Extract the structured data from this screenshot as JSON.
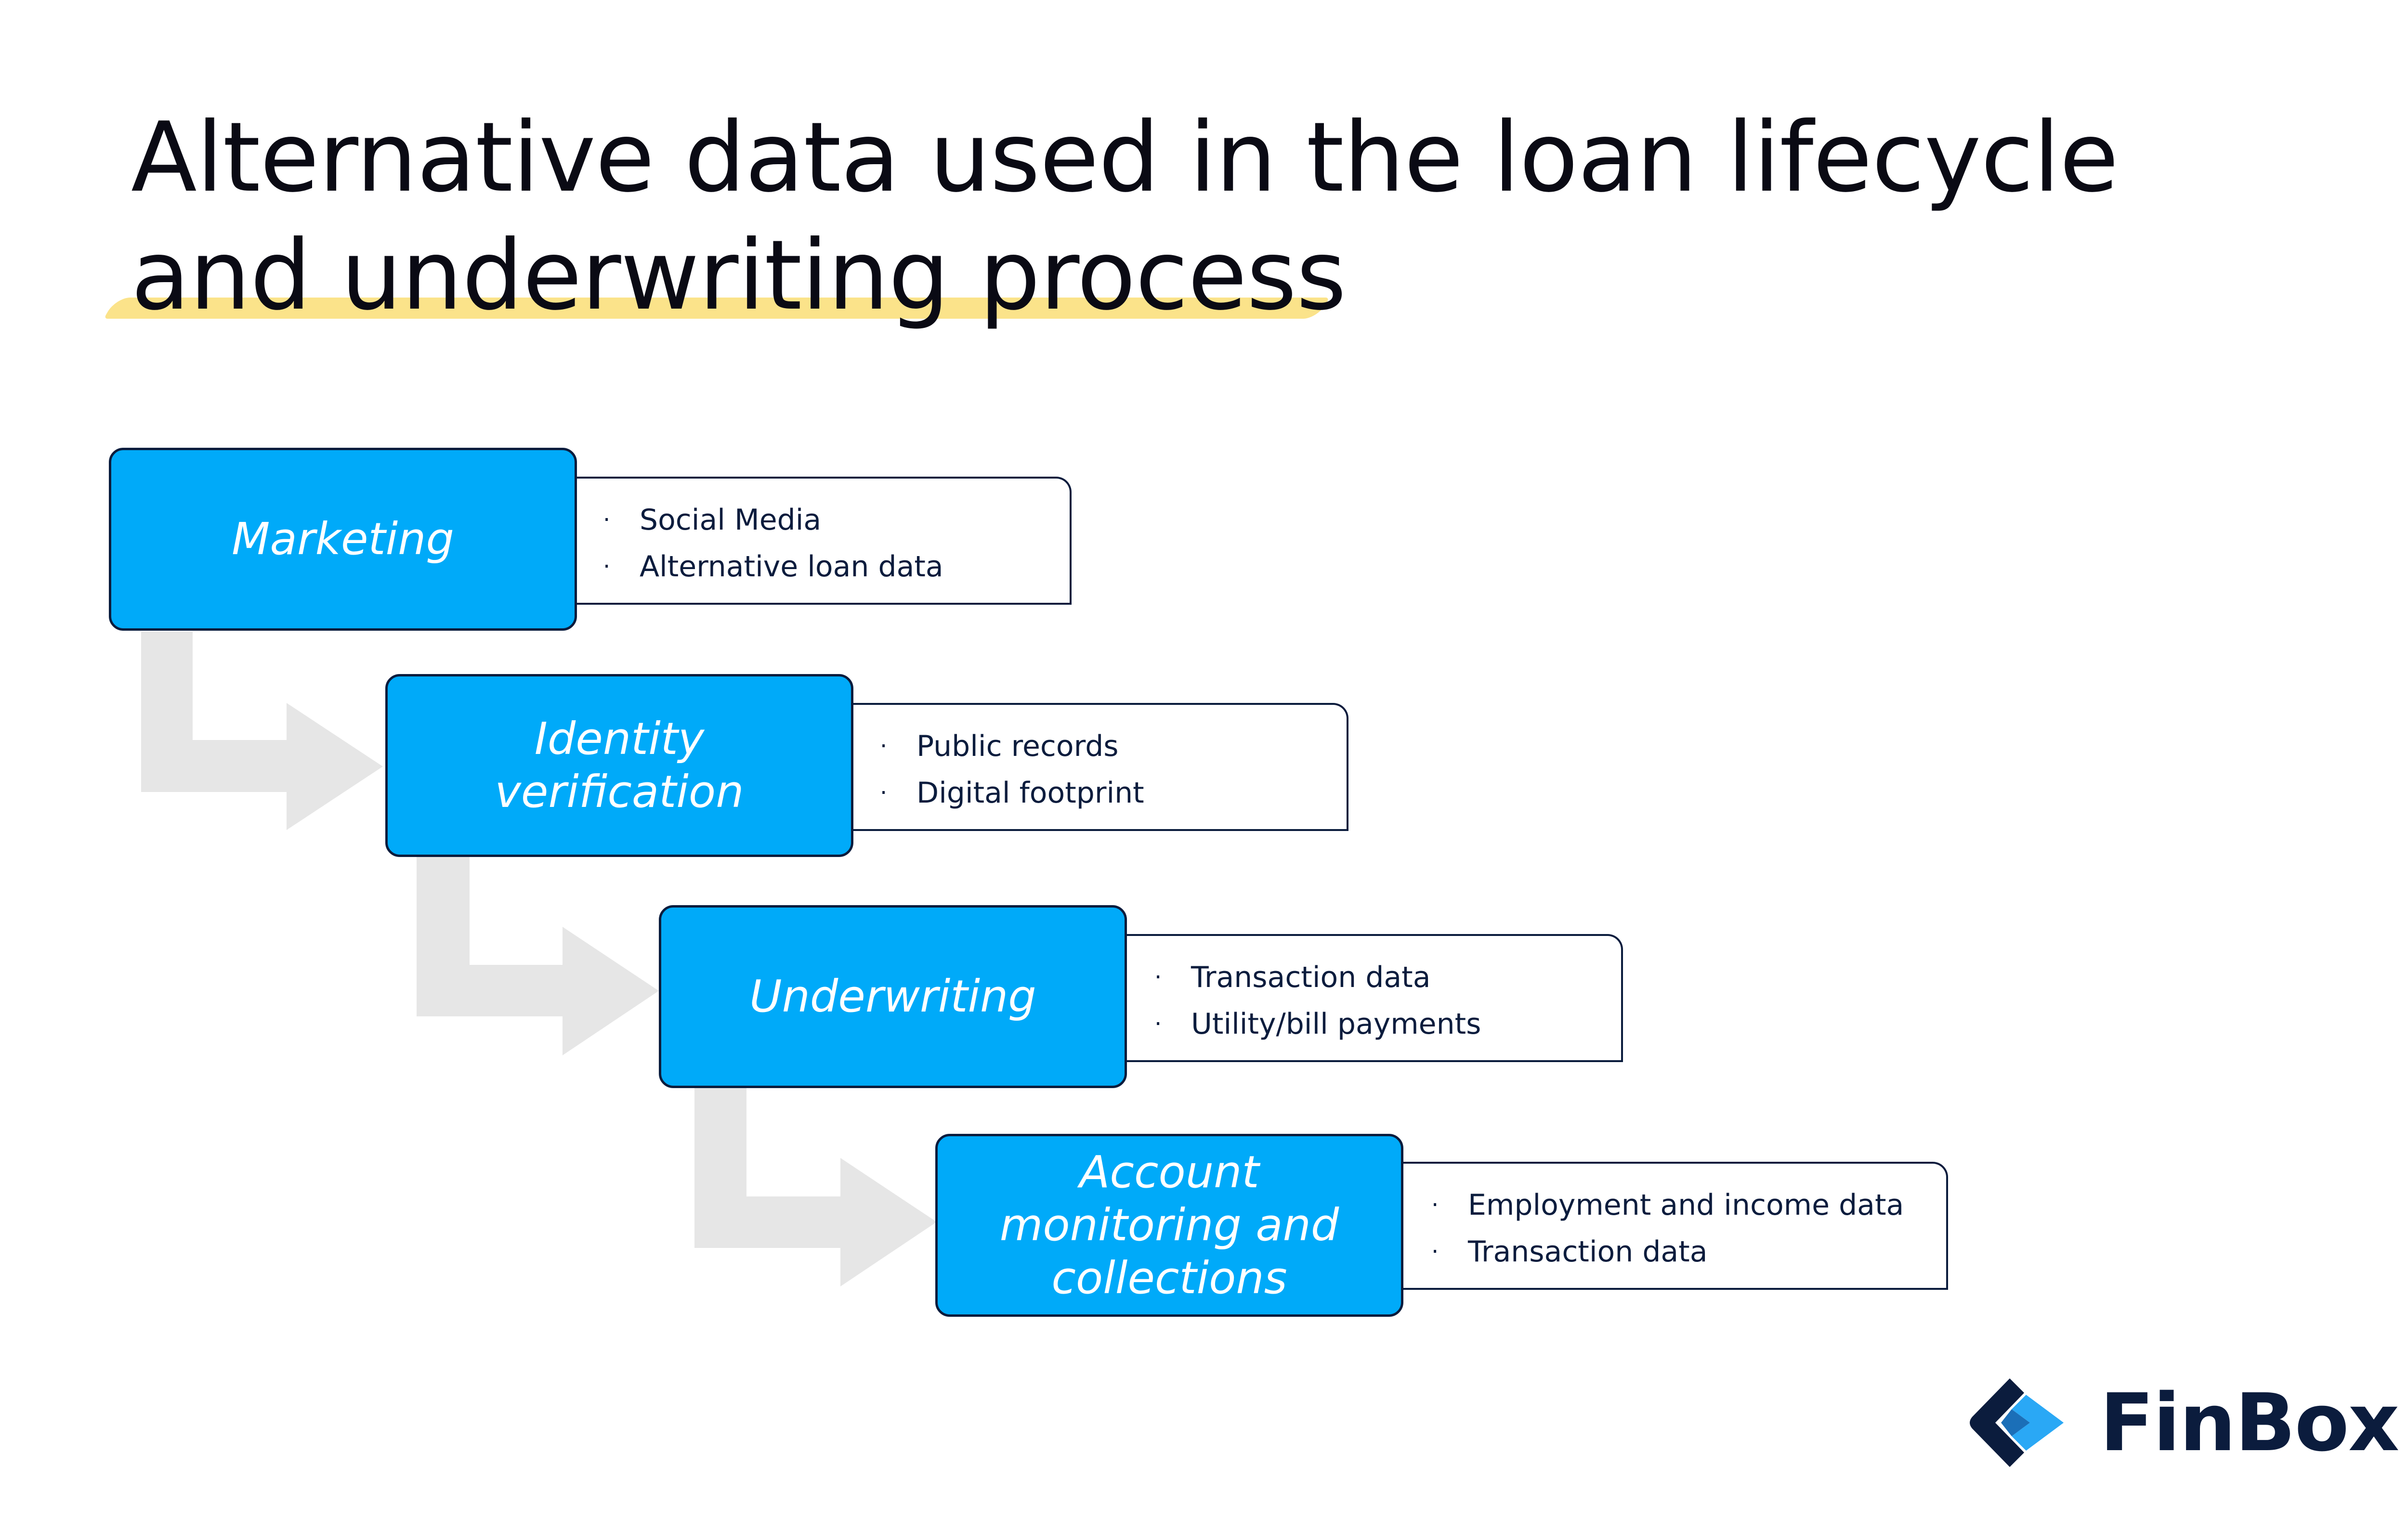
{
  "title": {
    "line1": "Alternative data used in the loan lifecycle",
    "line2": "and underwriting process"
  },
  "steps": [
    {
      "label": "Marketing",
      "items": [
        "Social Media",
        "Alternative loan data"
      ]
    },
    {
      "label": "Identity verification",
      "items": [
        "Public records",
        "Digital footprint"
      ]
    },
    {
      "label": "Underwriting",
      "items": [
        "Transaction data",
        "Utility/bill payments"
      ]
    },
    {
      "label": "Account monitoring and collections",
      "items": [
        "Employment and income data",
        "Transaction data"
      ]
    }
  ],
  "bullet": "·",
  "brand": {
    "name": "FinBox",
    "icon": "finbox-logo-icon"
  },
  "colors": {
    "step_fill": "#00aaf9",
    "step_border": "#0b1c3d",
    "arrow": "#e6e6e6",
    "highlight": "#fbe38a",
    "logo_dark": "#0b1c3d",
    "logo_light": "#2aa8f5"
  }
}
